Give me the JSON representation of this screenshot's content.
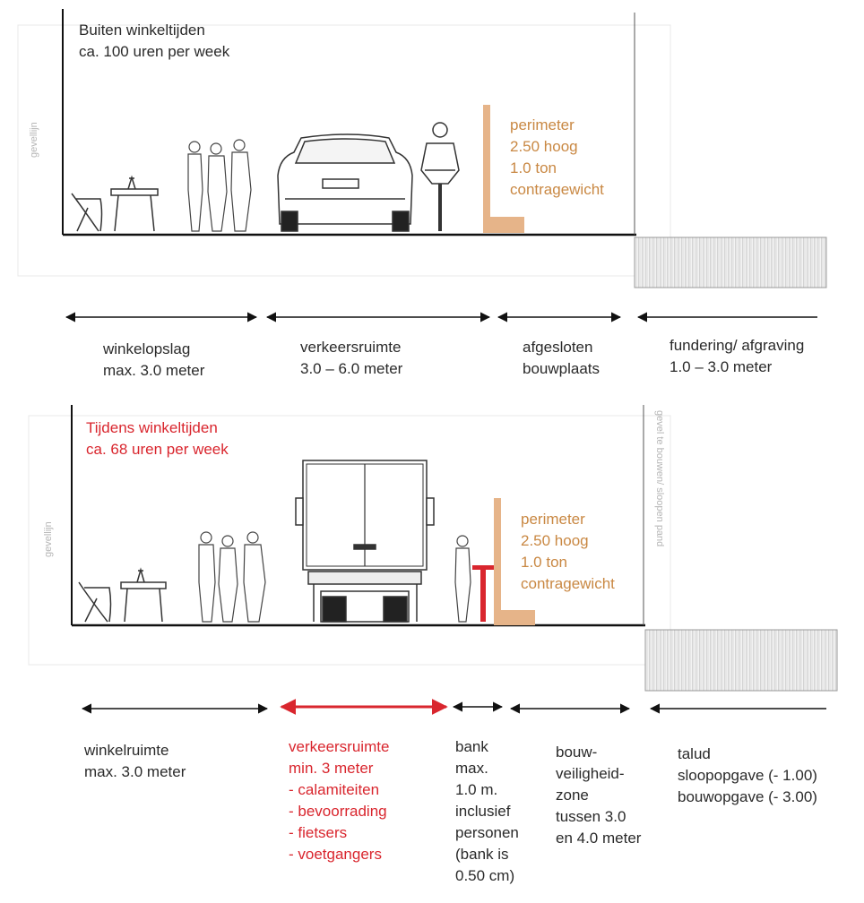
{
  "top": {
    "title_line1": "Buiten winkeltijden",
    "title_line2": "ca. 100 uren per week",
    "gevellijn": "gevellijn",
    "perimeter": "perimeter\n2.50 hoog\n1.0 ton\ncontragewicht",
    "dims": [
      {
        "label": "winkelopslag\nmax. 3.0 meter"
      },
      {
        "label": "verkeersruimte\n3.0 – 6.0 meter"
      },
      {
        "label": "afgesloten\nbouwplaats"
      },
      {
        "label": "fundering/ afgraving\n1.0 – 3.0 meter"
      }
    ]
  },
  "bottom": {
    "title_line1": "Tijdens winkeltijden",
    "title_line2": "ca. 68 uren per week",
    "gevellijn": "gevellijn",
    "vertical_note": "gevel te bouwen/ sloopen pand",
    "perimeter": "perimeter\n2.50 hoog\n1.0 ton\ncontragewicht",
    "dims": [
      {
        "label": "winkelruimte\nmax. 3.0 meter"
      },
      {
        "label": "verkeersruimte\nmin. 3 meter\n- calamiteiten\n- bevoorrading\n- fietsers\n- voetgangers"
      },
      {
        "label": "bank\nmax.\n1.0 m.\ninclusief\npersonen\n(bank is\n 0.50 cm)"
      },
      {
        "label": "bouw-\nveiligheid-\nzone\ntussen 3.0\nen 4.0  meter"
      },
      {
        "label": "talud\nsloopopgave (- 1.00)\nbouwopgave (- 3.00)"
      }
    ]
  },
  "colors": {
    "orange": "#c98843",
    "red": "#d9262e",
    "black": "#222222",
    "hatch": "#9a9a9a"
  },
  "icons": [
    "chair-icon",
    "table-icon",
    "pedestrians-icon",
    "car-icon",
    "cyclist-icon",
    "truck-icon",
    "bench-icon",
    "person-icon",
    "perimeter-wall-icon",
    "excavation-hatch-icon",
    "dimension-arrow-icon"
  ]
}
